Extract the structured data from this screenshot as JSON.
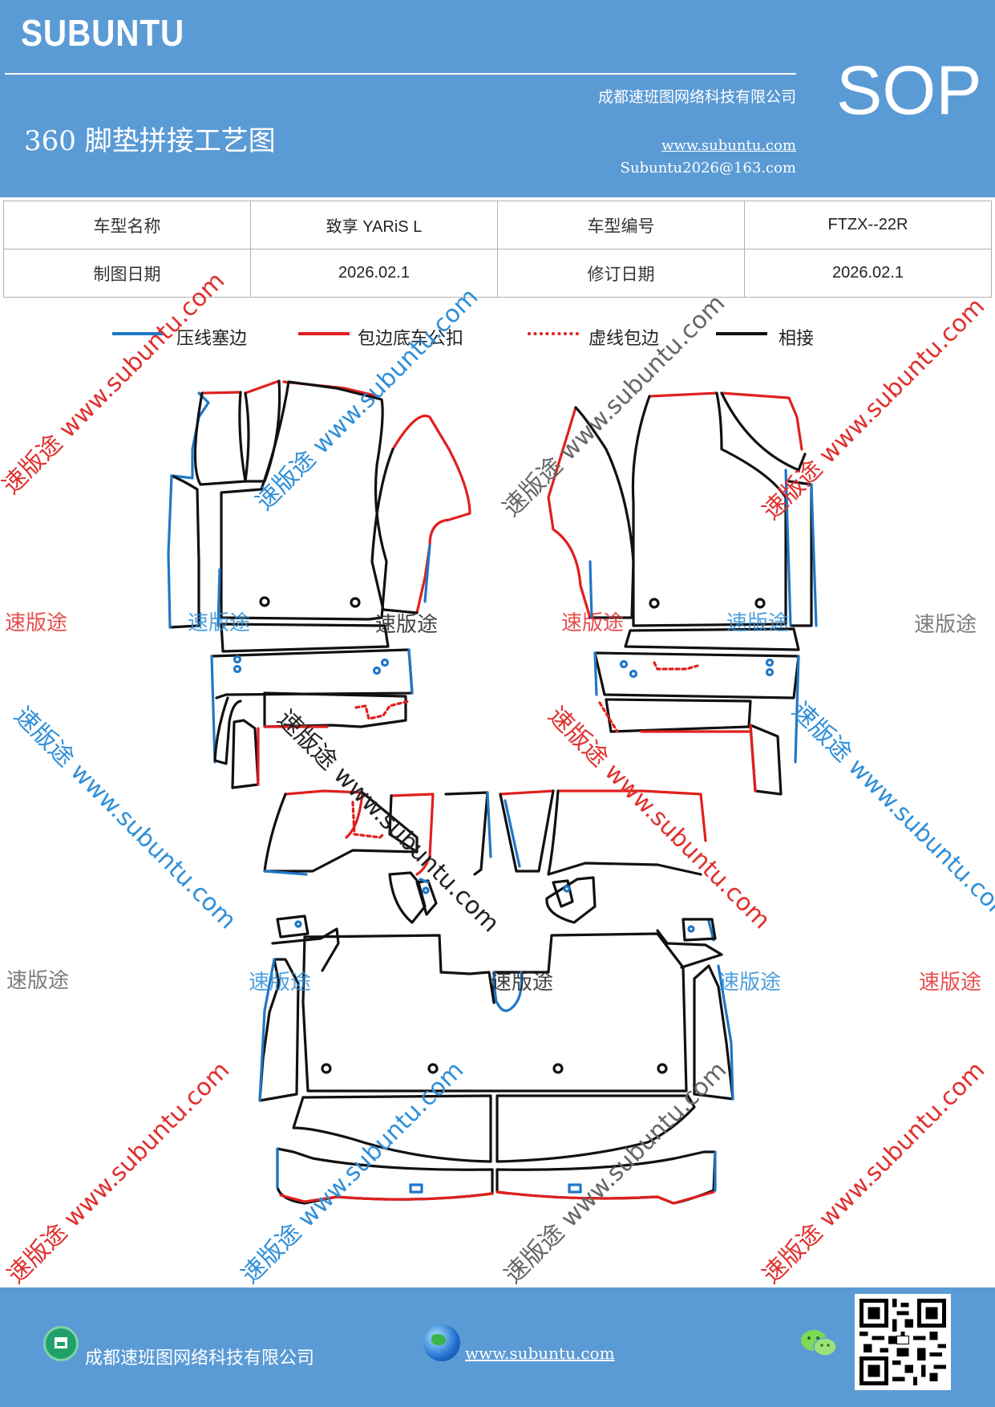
{
  "header": {
    "brand": "SUBUNTU",
    "doc_title": "360 脚垫拼接工艺图",
    "company": "成都速班图网络科技有限公司",
    "website": "www.subuntu.com",
    "email": "Subuntu2026@163.com",
    "sop": "SOP"
  },
  "info_table": {
    "model_name_label": "车型名称",
    "model_name_value": "致享 YARiS L",
    "model_code_label": "车型编号",
    "model_code_value": "FTZX--22R",
    "draw_date_label": "制图日期",
    "draw_date_value": "2026.02.1",
    "revise_date_label": "修订日期",
    "revise_date_value": "2026.02.1"
  },
  "legend": [
    {
      "label": "压线塞边",
      "color": "#1f77c8",
      "style": "solid"
    },
    {
      "label": "包边底车公扣",
      "color": "#e0201e",
      "style": "solid"
    },
    {
      "label": "虚线包边",
      "color": "#e0201e",
      "style": "dotted"
    },
    {
      "label": "相接",
      "color": "#111111",
      "style": "solid"
    }
  ],
  "watermark": {
    "brand_cn": "速版途",
    "brand_diag": "速版途 www.subuntu.com"
  },
  "footer": {
    "company": "成都速班图网络科技有限公司",
    "website": "www.subuntu.com"
  },
  "colors": {
    "header_bg": "#5b9bd5",
    "press_line": "#1f77c8",
    "wrap_edge": "#e0201e",
    "joint": "#111111"
  }
}
